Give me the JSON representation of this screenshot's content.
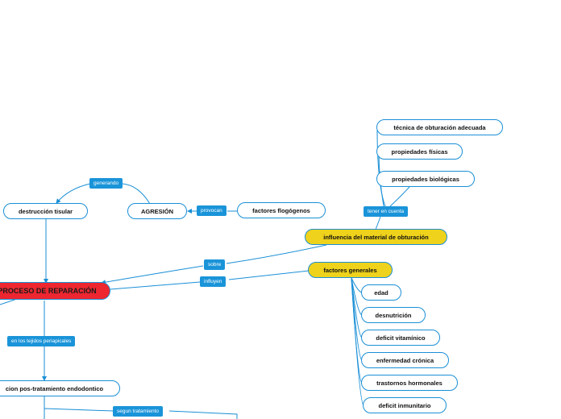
{
  "nodes": {
    "agresion": "AGRESIÓN",
    "destruccion": "destrucción tisular",
    "flogogenos": "factores flogógenos",
    "reparacion": "PROCESO DE REPARACIÓN",
    "influencia": "influencia del material de obturación",
    "tecnica": "técnica de obturación adecuada",
    "fisicas": "propiedades físicas",
    "biologicas": "propiedades biológicas",
    "generales": "factores generales",
    "edad": "edad",
    "desnutricion": "desnutrición",
    "vitaminico": "deficit vitamínico",
    "cronica": "enfermedad crónica",
    "hormonales": "trastornos hormonales",
    "inmunitario": "deficit inmunitario",
    "postratamiento": "cion pos-tratamiento endodontico"
  },
  "labels": {
    "generando": "generando",
    "provocan": "provocan",
    "tener": "tener en cuenta",
    "sobre": "sobre",
    "influyen": "influyen",
    "periapicales": "en los tejidos periapicales",
    "segun": "segun tratamiento"
  },
  "colors": {
    "edge": "#1a8fd6",
    "label_bg": "#1a94d9",
    "yellow": "#eed21b",
    "red": "#ed2630"
  }
}
